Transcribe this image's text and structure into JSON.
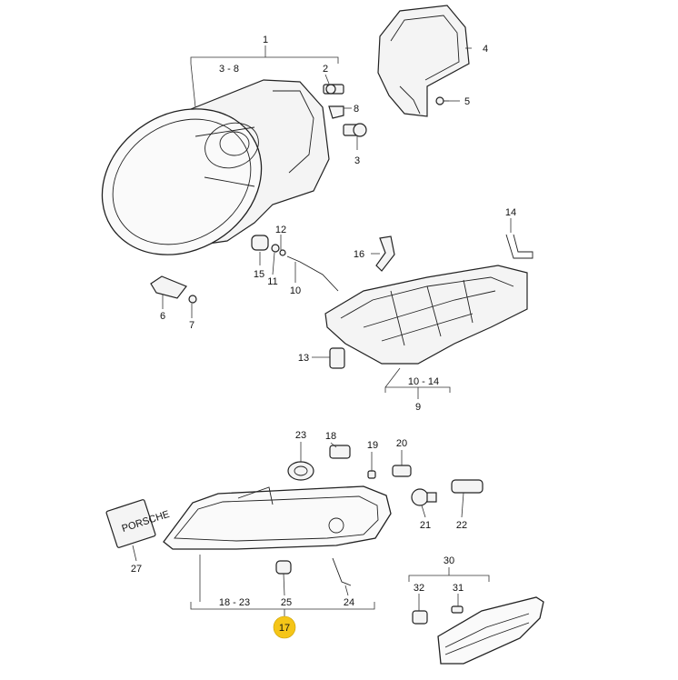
{
  "labels": {
    "l1": "1",
    "l3_8": "3 - 8",
    "l2": "2",
    "l8": "8",
    "l3": "3",
    "l4": "4",
    "l5": "5",
    "l12": "12",
    "l16": "16",
    "l14": "14",
    "l15": "15",
    "l11": "11",
    "l10": "10",
    "l6": "6",
    "l7": "7",
    "l13": "13",
    "l10_14": "10 - 14",
    "l9": "9",
    "l23": "23",
    "l18": "18",
    "l19": "19",
    "l20": "20",
    "l21": "21",
    "l22": "22",
    "l27": "27",
    "l18_23": "18 - 23",
    "l25": "25",
    "l24": "24",
    "l17": "17",
    "l30": "30",
    "l32": "32",
    "l31": "31"
  },
  "brand_text": "PORSCHE",
  "colors": {
    "highlight": "#f5c518",
    "line": "#222222"
  }
}
